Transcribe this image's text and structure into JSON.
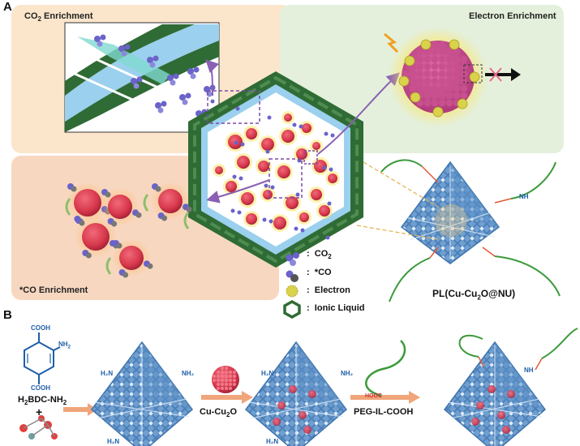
{
  "panels": {
    "a": {
      "letter": "A"
    },
    "b": {
      "letter": "B"
    }
  },
  "boxes": {
    "co2": {
      "title_main": "CO",
      "title_sub": "2",
      "title_tail": " Enrichment"
    },
    "electron": {
      "title": "Electron Enrichment"
    },
    "co": {
      "title": "*CO Enrichment"
    }
  },
  "legend": [
    {
      "icon": "co2-molecule-icon",
      "label_main": "CO",
      "label_sub": "2"
    },
    {
      "icon": "co-molecule-icon",
      "label_main": "*CO",
      "label_sub": ""
    },
    {
      "icon": "electron-icon",
      "label_main": "Electron",
      "label_sub": ""
    },
    {
      "icon": "ionic-liquid-icon",
      "label_main": "Ionic Liquid",
      "label_sub": ""
    }
  ],
  "legend_colon": ":",
  "product_label": {
    "main": "PL(Cu-Cu",
    "sub": "2",
    "tail": "O@NU)"
  },
  "linker": {
    "cooh_top": "COOH",
    "cooh_bottom": "COOH",
    "nh2": "NH",
    "nh2_sub": "2",
    "name_h": "H",
    "name_sub1": "2",
    "name_tail": "BDC-NH",
    "name_sub2": "2",
    "plus": "+"
  },
  "steps": [
    {
      "main": "Cu-Cu",
      "sub": "2",
      "tail": "O"
    },
    {
      "main": "PEG-IL-COOH",
      "sub": "",
      "tail": ""
    }
  ],
  "framework_labels": {
    "nh2": "H₂N",
    "nh2r": "NH₂",
    "nh": "NH",
    "hooc": "HOOC"
  },
  "colors": {
    "co2_box": "#fbe6cc",
    "electron_box": "#e4f0dc",
    "co_box": "#f8d7c0",
    "ionic_liquid": "#2f6b34",
    "mof": "#6f9fd0",
    "mof_dark": "#3e74ad",
    "nanoparticle": "#d8384c",
    "electron": "#d9d24a",
    "co2_atom": "#6a63c9",
    "peg_chain": "#3a9a3a",
    "arrow_purple": "#8a60b4",
    "arrow_orange": "#f0a57a"
  }
}
